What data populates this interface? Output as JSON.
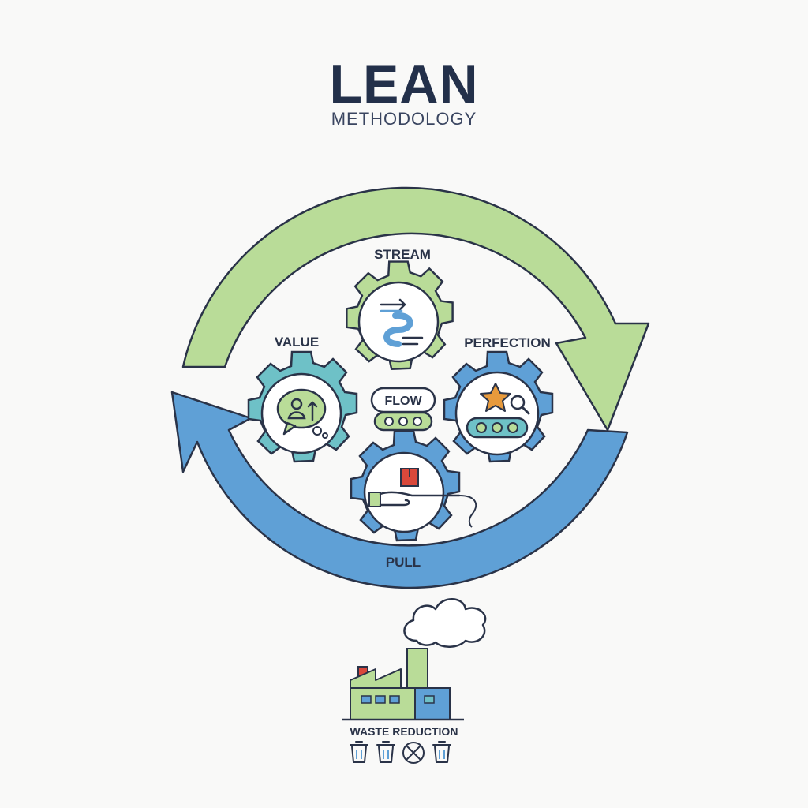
{
  "header": {
    "title": "LEAN",
    "subtitle": "METHODOLOGY"
  },
  "principles": {
    "stream": "STREAM",
    "value": "VALUE",
    "perfection": "PERFECTION",
    "flow": "FLOW",
    "pull": "PULL"
  },
  "footer": {
    "waste_label": "WASTE REDUCTION"
  },
  "colors": {
    "green": "#b9dc98",
    "blue": "#5fa0d6",
    "teal": "#6ec1c7",
    "outline": "#2a3348",
    "title": "#23304a",
    "star": "#e79a3c",
    "box_red": "#d9483b"
  },
  "icons": [
    "cycle-arrow-icon",
    "gear-icon",
    "person-speech-icon",
    "path-arrows-icon",
    "star-magnifier-icon",
    "conveyor-icon",
    "hand-package-icon",
    "factory-icon",
    "cloud-icon",
    "trash-icon"
  ]
}
